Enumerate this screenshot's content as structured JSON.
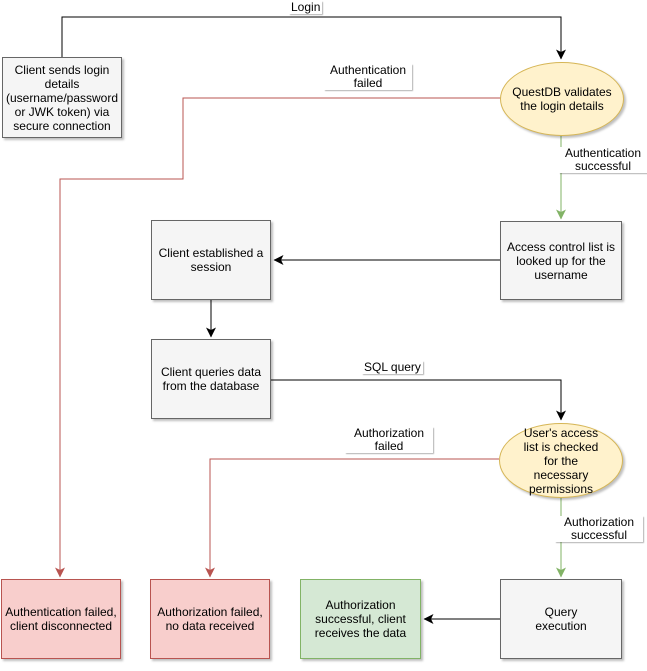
{
  "diagram": {
    "type": "flowchart",
    "subject": "QuestDB login authentication and authorization flow"
  },
  "colors": {
    "process_fill": "#f5f5f5",
    "process_border": "#666666",
    "failure_fill": "#f8cecc",
    "failure_border": "#b85450",
    "success_fill": "#d5e8d4",
    "success_border": "#82b366",
    "decision_fill": "#fff2cc",
    "decision_border": "#d6b656",
    "arrow_black": "#000000",
    "arrow_red": "#b85450",
    "arrow_green": "#82b366"
  },
  "nodes": {
    "client_login": "Client sends login details (username/password or JWK token) via secure connection",
    "questdb_validates": "QuestDB validates the login details",
    "acl_lookup": "Access control list is looked up for the username",
    "client_session": "Client established a session",
    "client_queries": "Client queries data from the database",
    "access_check": "User's access list is checked for the necessary permissions",
    "auth_failed_result": "Authentication failed, client disconnected",
    "authz_failed_result": "Authorization failed, no data received",
    "authz_success_result": "Authorization successful, client receives the data",
    "query_execution": "Query execution"
  },
  "edge_labels": {
    "login": "Login",
    "auth_failed": "Authentication failed",
    "auth_success": "Authentication successful",
    "sql_query": "SQL query",
    "authz_failed": "Authorization failed",
    "authz_success": "Authorization successful"
  }
}
